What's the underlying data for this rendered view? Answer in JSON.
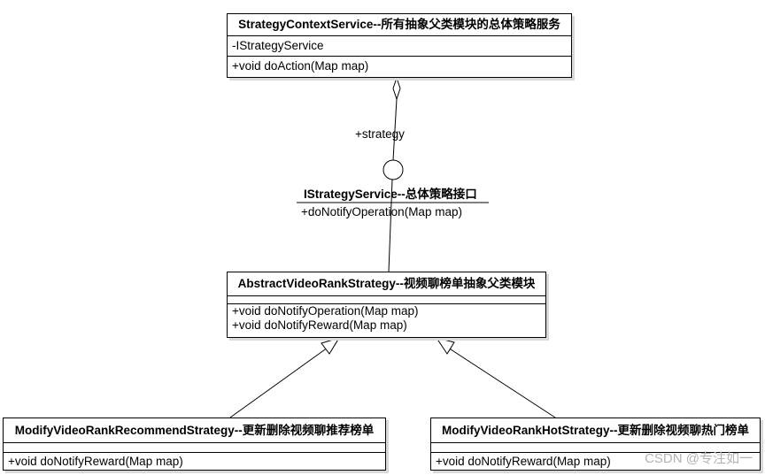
{
  "context": {
    "title": "StrategyContextService--所有抽象父类模块的总体策略服务",
    "attribute": "-IStrategyService",
    "method": "+void doAction(Map map)"
  },
  "association_label": "+strategy",
  "interface": {
    "title": "IStrategyService--总体策略接口",
    "method": "+doNotifyOperation(Map map)"
  },
  "abstract": {
    "title": "AbstractVideoRankStrategy--视频聊榜单抽象父类模块",
    "methods": [
      "+void doNotifyOperation(Map map)",
      "+void doNotifyReward(Map map)"
    ]
  },
  "recommend": {
    "title": "ModifyVideoRankRecommendStrategy--更新删除视频聊推荐榜单",
    "method": "+void doNotifyReward(Map map)"
  },
  "hot": {
    "title": "ModifyVideoRankHotStrategy--更新删除视频聊热门榜单",
    "method": "+void doNotifyReward(Map map)"
  },
  "watermark": "CSDN @专注如一"
}
